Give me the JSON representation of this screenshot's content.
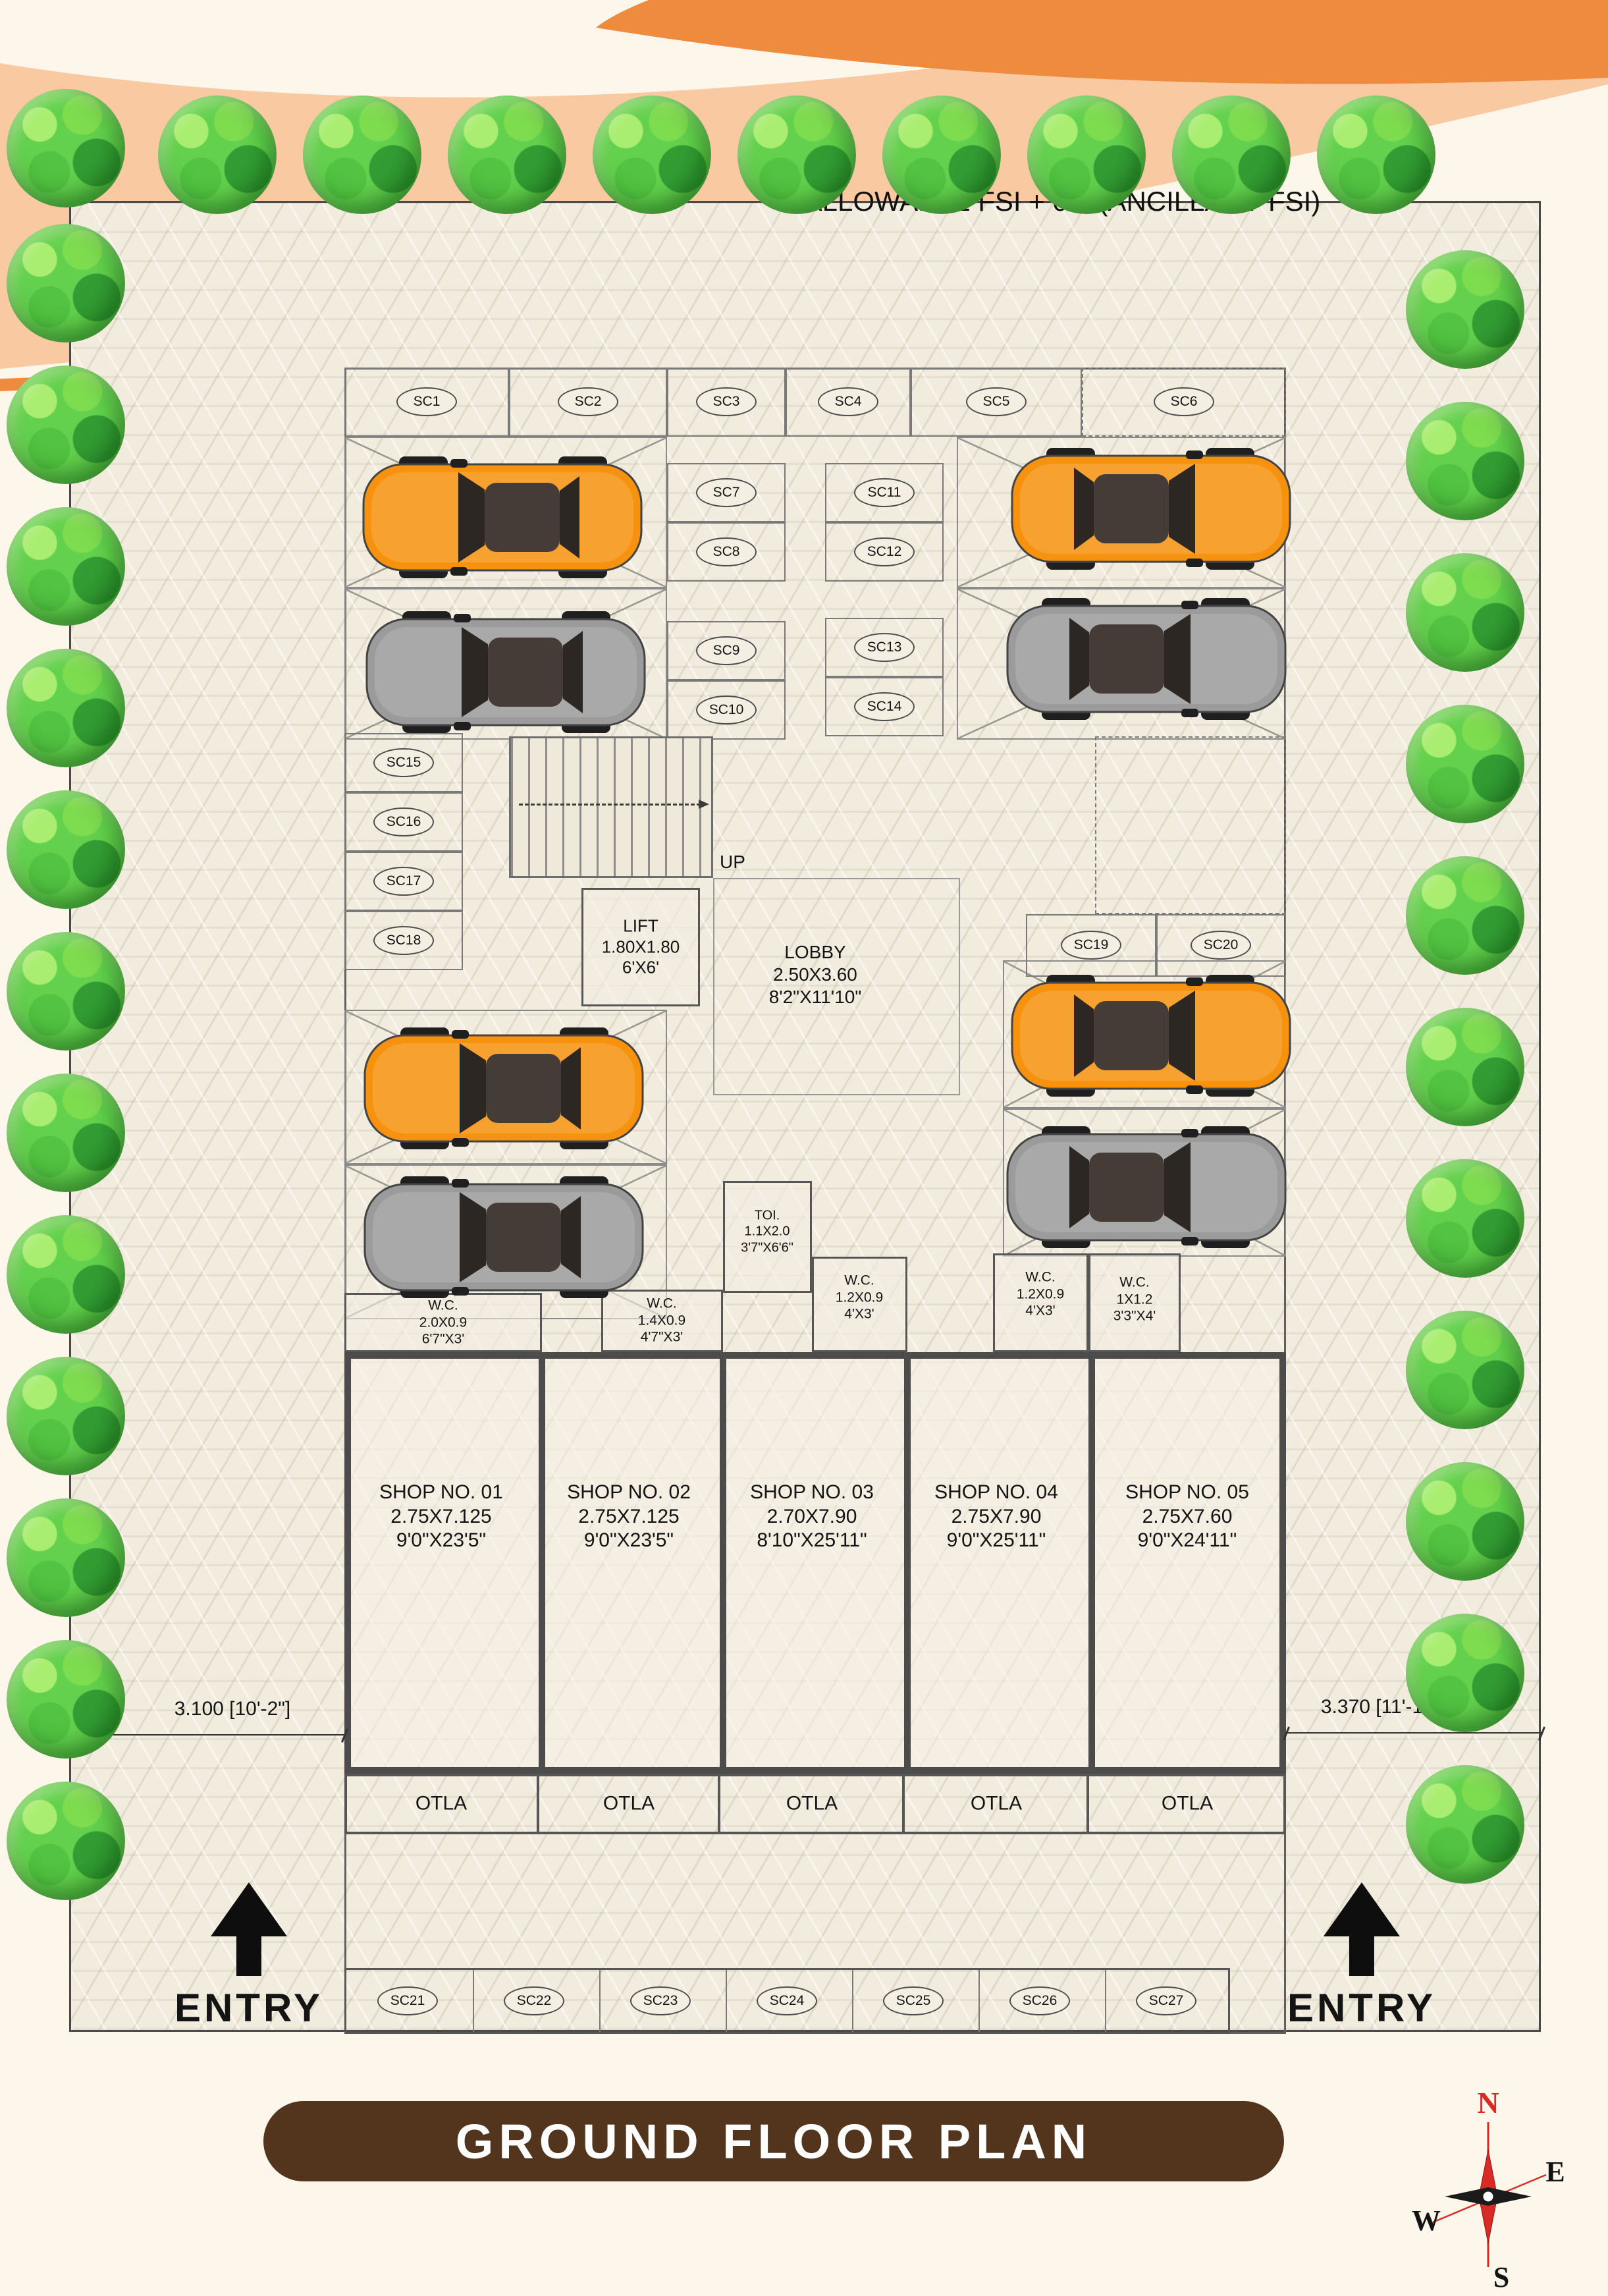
{
  "page": {
    "title": "GROUND FLOOR PLAN",
    "site_note": "ALLOWABLE FSI + 0.5 (ANCILLARY FSI)"
  },
  "labels": {
    "entry": "ENTRY",
    "otla": "OTLA",
    "up": "UP"
  },
  "parking": {
    "spots": [
      "SC1",
      "SC2",
      "SC3",
      "SC4",
      "SC5",
      "SC6",
      "SC7",
      "SC8",
      "SC9",
      "SC10",
      "SC11",
      "SC12",
      "SC13",
      "SC14",
      "SC15",
      "SC16",
      "SC17",
      "SC18",
      "SC19",
      "SC20",
      "SC21",
      "SC22",
      "SC23",
      "SC24",
      "SC25",
      "SC26",
      "SC27"
    ]
  },
  "rooms": {
    "lift": {
      "name": "LIFT",
      "dim_m": "1.80X1.80",
      "dim_ft": "6'X6'"
    },
    "lobby": {
      "name": "LOBBY",
      "dim_m": "2.50X3.60",
      "dim_ft": "8'2\"X11'10\""
    },
    "toilet": {
      "name": "TOI.",
      "dim_m": "1.1X2.0",
      "dim_ft": "3'7\"X6'6\""
    },
    "wc1": {
      "name": "W.C.",
      "dim_m": "2.0X0.9",
      "dim_ft": "6'7\"X3'"
    },
    "wc2": {
      "name": "W.C.",
      "dim_m": "1.4X0.9",
      "dim_ft": "4'7\"X3'"
    },
    "wc3": {
      "name": "W.C.",
      "dim_m": "1.2X0.9",
      "dim_ft": "4'X3'"
    },
    "wc4": {
      "name": "W.C.",
      "dim_m": "1.2X0.9",
      "dim_ft": "4'X3'"
    },
    "wc5": {
      "name": "W.C.",
      "dim_m": "1X1.2",
      "dim_ft": "3'3\"X4'"
    }
  },
  "shops": [
    {
      "name": "SHOP NO. 01",
      "dim_m": "2.75X7.125",
      "dim_ft": "9'0\"X23'5\""
    },
    {
      "name": "SHOP NO. 02",
      "dim_m": "2.75X7.125",
      "dim_ft": "9'0\"X23'5\""
    },
    {
      "name": "SHOP NO. 03",
      "dim_m": "2.70X7.90",
      "dim_ft": "8'10\"X25'11\""
    },
    {
      "name": "SHOP NO. 04",
      "dim_m": "2.75X7.90",
      "dim_ft": "9'0\"X25'11\""
    },
    {
      "name": "SHOP NO. 05",
      "dim_m": "2.75X7.60",
      "dim_ft": "9'0\"X24'11\""
    }
  ],
  "dimensions": {
    "left": "3.100 [10'-2\"]",
    "right": "3.370 [11'-1\"]"
  },
  "compass": {
    "n": "N",
    "e": "E",
    "w": "W",
    "s": "S"
  },
  "colors": {
    "swoosh_peach": "#f9c9a1",
    "swoosh_orange": "#ef8b3f",
    "banner_brown": "#53351d",
    "car_orange": "#f6920e",
    "car_gray": "#9b9b9b",
    "tree_green": "#45b13a",
    "compass_red": "#d92b26"
  }
}
